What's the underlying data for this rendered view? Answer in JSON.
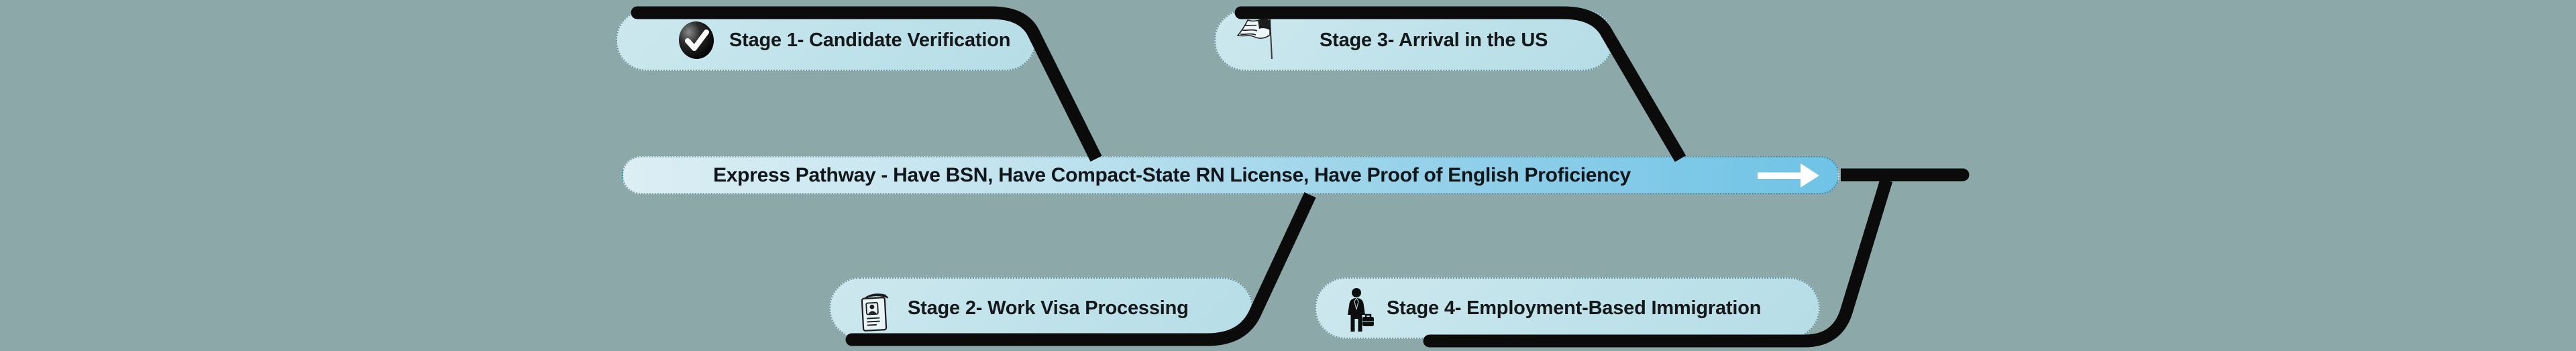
{
  "diagram": {
    "type": "mind-map-flow",
    "description_visible": false
  },
  "central_bar": {
    "label": "Express Pathway - Have BSN, Have Compact-State RN License, Have Proof of English Proficiency",
    "arrow_icon": "arrow-right-icon",
    "arrow_color": "#ffffff"
  },
  "stages": [
    {
      "prefix": "Stage 1",
      "title": " - Candidate Verification",
      "icon": "check-circle-icon",
      "position": "top-left",
      "prefix_emphasis": true
    },
    {
      "prefix": "Stage 2",
      "title": " - Work Visa Processing",
      "icon": "passport-icon",
      "position": "bottom-left",
      "prefix_emphasis": false
    },
    {
      "prefix": "Stage 3",
      "title": " - Arrival in the US",
      "icon": "us-flag-icon",
      "position": "top-right",
      "prefix_emphasis": false
    },
    {
      "prefix": "Stage 4",
      "title": " - Employment-Based Immigration",
      "icon": "businessman-icon",
      "position": "bottom-right",
      "prefix_emphasis": false
    }
  ],
  "colors": {
    "background": "#8ca8a8",
    "node_fill": "#c0e2ea",
    "bar_gradient_start": "#dceef4",
    "bar_gradient_end": "#6fc3e6",
    "connector_line": "#0b0b0b",
    "text": "#14181a",
    "arrow": "#ffffff"
  }
}
